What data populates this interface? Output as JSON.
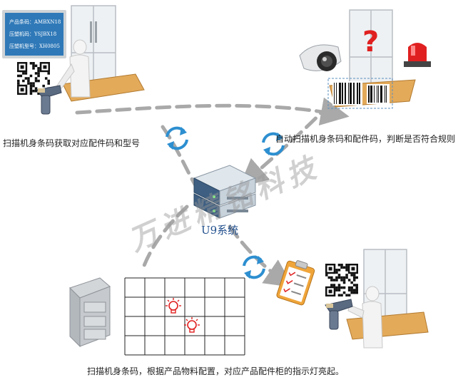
{
  "captions": {
    "top_left": "扫描机身条码获取对应配件码和型号",
    "top_right": "自动扫描机身条码和配件码，判断是否符合规则",
    "bottom": "扫描机身条码，根据产品物料配置，对应产品配件柜的指示灯亮起。",
    "system": "U9系统"
  },
  "screen": {
    "line1": "产品条码：AMBXN18",
    "line2": "压塑机码：YSJBX18",
    "line3": "压塑机型号：XH0805"
  },
  "watermark": [
    "万",
    "进",
    "精",
    "铭",
    "科",
    "技"
  ],
  "colors": {
    "accent_blue": "#2f79b8",
    "arrow_gray": "#a9a9a9",
    "cycle_blue": "#2d8fd0",
    "wood": "#e3aa5a",
    "alert_red": "#e02020"
  }
}
